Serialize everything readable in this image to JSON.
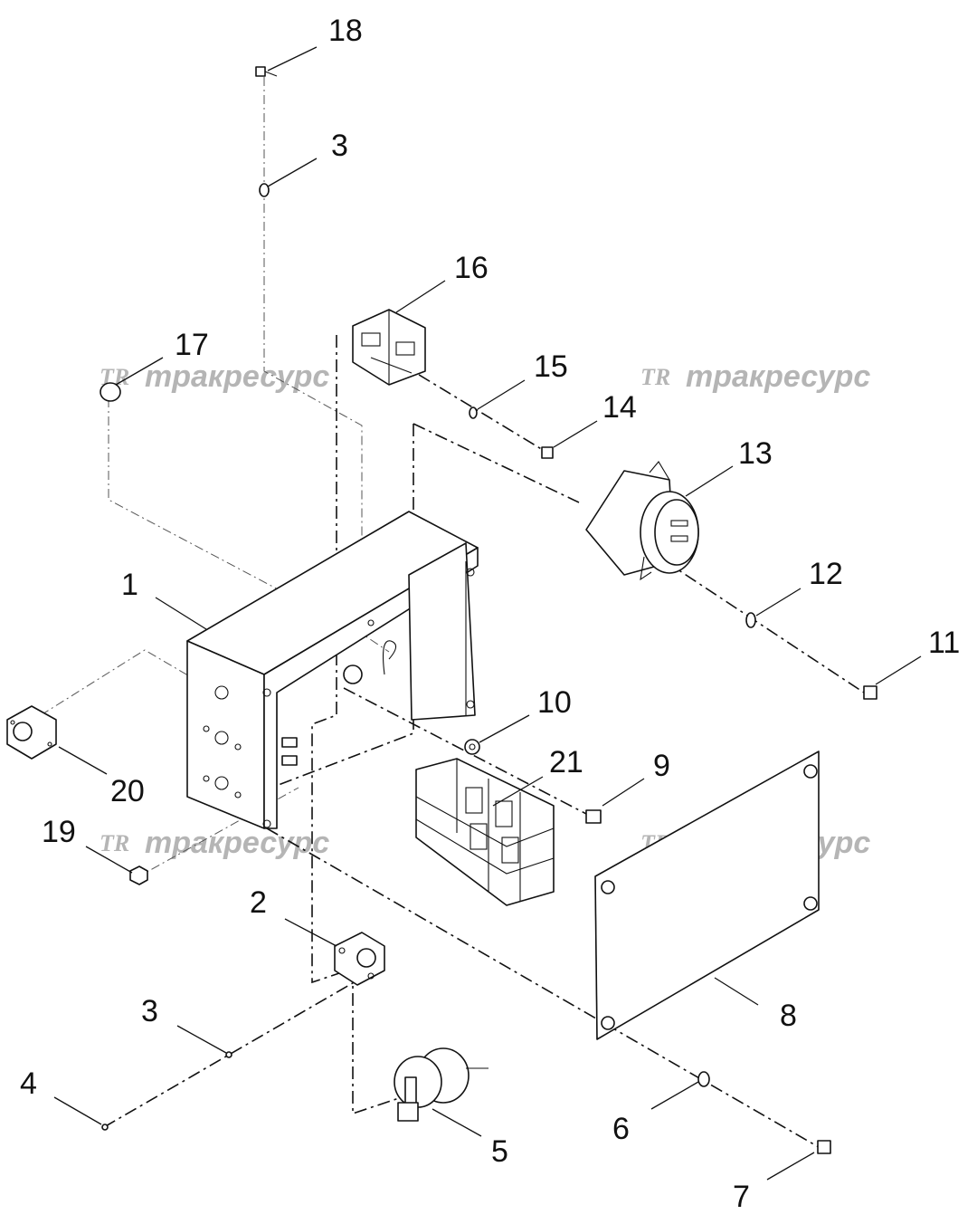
{
  "watermark": {
    "logo": "TR",
    "text": "тракресурс"
  },
  "callouts": {
    "c1": "1",
    "c2": "2",
    "c3a": "3",
    "c3b": "3",
    "c4": "4",
    "c5": "5",
    "c6": "6",
    "c7": "7",
    "c8": "8",
    "c9": "9",
    "c10": "10",
    "c11": "11",
    "c12": "12",
    "c13": "13",
    "c14": "14",
    "c15": "15",
    "c16": "16",
    "c17": "17",
    "c18": "18",
    "c19": "19",
    "c20": "20",
    "c21": "21"
  }
}
